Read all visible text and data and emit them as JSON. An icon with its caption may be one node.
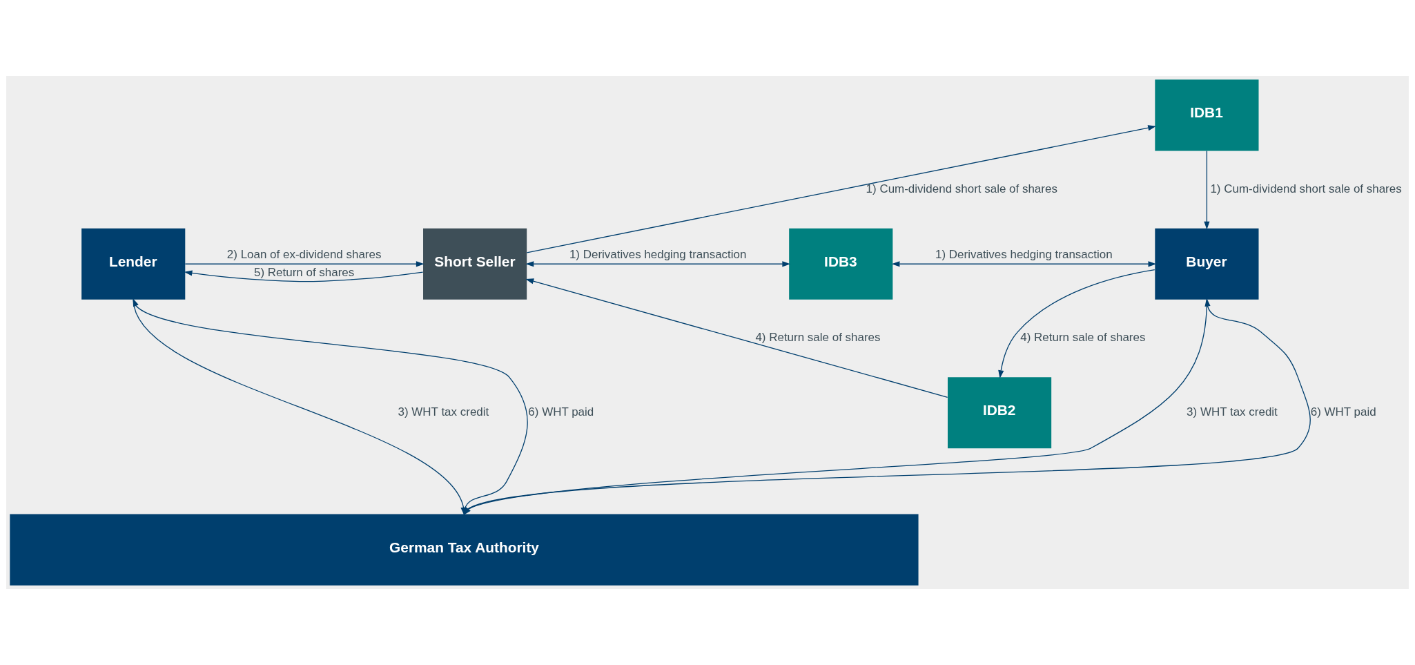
{
  "diagram": {
    "nodes": [
      {
        "text": [
          "Lender"
        ]
      },
      {
        "text": [
          "Short Seller"
        ]
      },
      {
        "text": [
          "IDB1"
        ]
      },
      {
        "text": [
          "IDB3"
        ]
      },
      {
        "text": [
          "Buyer"
        ]
      },
      {
        "text": [
          "IDB2"
        ]
      },
      {
        "text": [
          "German Tax Authority"
        ]
      }
    ],
    "edges": [
      {
        "from": 1,
        "to": 2,
        "arrow": "to",
        "label": "1) Cum-dividend short sale of shares"
      },
      {
        "from": 2,
        "to": 4,
        "arrow": "to",
        "label": "1) Cum-dividend short sale of shares"
      },
      {
        "from": 0,
        "to": 1,
        "arrow": "to",
        "label": "2) Loan of ex-dividend shares"
      },
      {
        "from": 1,
        "to": 0,
        "arrow": "to",
        "label": "5) Return of shares"
      },
      {
        "from": 1,
        "to": 3,
        "arrow": "both",
        "label": "1) Derivatives hedging transaction"
      },
      {
        "from": 3,
        "to": 4,
        "arrow": "both",
        "label": "1) Derivatives hedging transaction"
      },
      {
        "from": 4,
        "to": 5,
        "arrow": "to",
        "label": "4) Return sale of shares"
      },
      {
        "from": 5,
        "to": 1,
        "arrow": "to",
        "label": "4) Return sale of shares"
      },
      {
        "from": 0,
        "to": 6,
        "arrow": "to",
        "label": "3) WHT tax credit"
      },
      {
        "from": 6,
        "to": 0,
        "arrow": "to",
        "label": "6) WHT paid"
      },
      {
        "from": 4,
        "to": 6,
        "arrow": "to",
        "label": "3) WHT tax credit"
      },
      {
        "from": 6,
        "to": 4,
        "arrow": "to",
        "label": "6) WHT paid"
      }
    ]
  }
}
